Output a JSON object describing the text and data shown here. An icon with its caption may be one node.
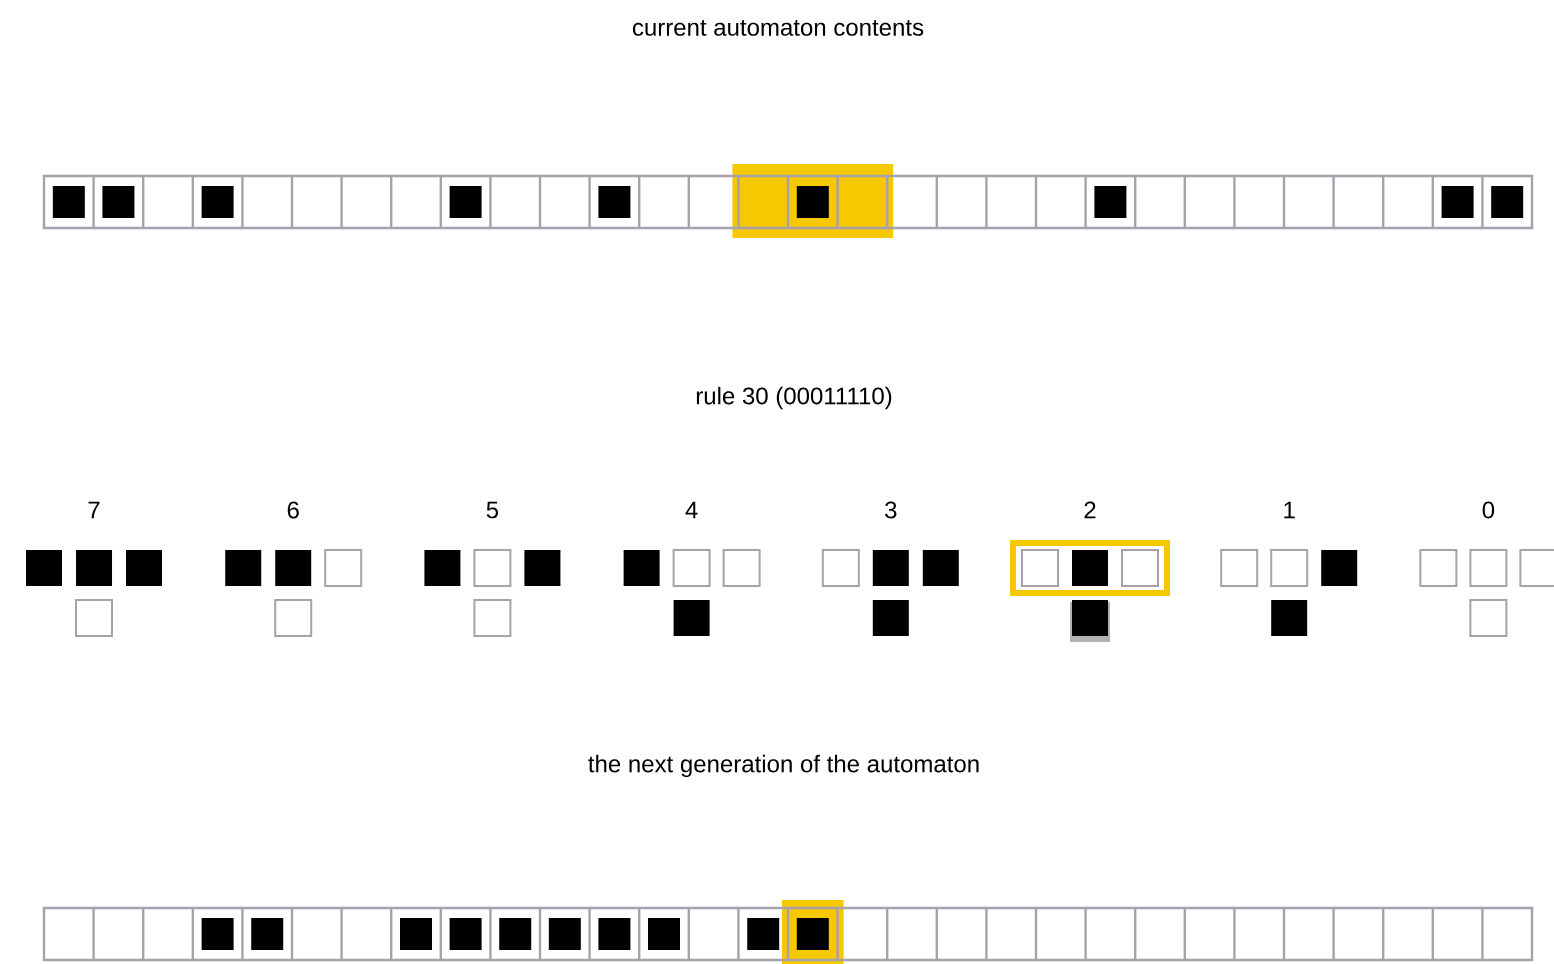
{
  "diagram": {
    "labels": [
      "current automaton contents",
      "rule 30 (00011110)",
      "7",
      "6",
      "5",
      "4",
      "3",
      "2",
      "1",
      "0",
      "the next generation of the automaton"
    ]
  }
}
